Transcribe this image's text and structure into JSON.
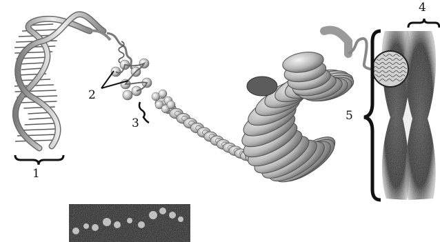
{
  "labels": {
    "one": "1",
    "two": "2",
    "three": "3",
    "four": "4",
    "five": "5"
  },
  "colors": {
    "strand": "#9a9a9a",
    "strand_light": "#e6e6e6",
    "coil": "#c8c8c8",
    "coil_dark": "#6e6e6e",
    "chromosome": "#2f2f2f",
    "micrograph": "#1c1c1c",
    "bracket": "#111111"
  }
}
